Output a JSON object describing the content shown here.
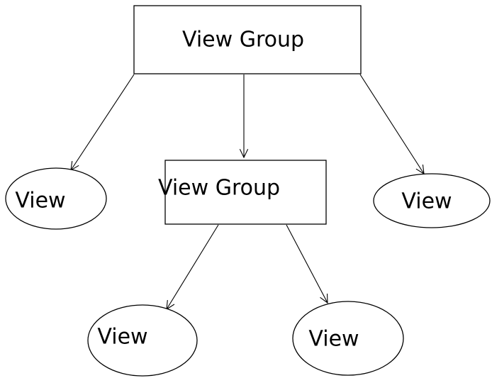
{
  "diagram": {
    "nodes": [
      {
        "id": "root",
        "shape": "rect",
        "label": "View Group"
      },
      {
        "id": "left",
        "shape": "ellipse",
        "label": "View"
      },
      {
        "id": "mid",
        "shape": "rect",
        "label": "View Group"
      },
      {
        "id": "right",
        "shape": "ellipse",
        "label": "View"
      },
      {
        "id": "midLeft",
        "shape": "ellipse",
        "label": "View"
      },
      {
        "id": "midRight",
        "shape": "ellipse",
        "label": "View"
      }
    ],
    "edges": [
      {
        "from": "root",
        "to": "left"
      },
      {
        "from": "root",
        "to": "mid"
      },
      {
        "from": "root",
        "to": "right"
      },
      {
        "from": "mid",
        "to": "midLeft"
      },
      {
        "from": "mid",
        "to": "midRight"
      }
    ]
  }
}
